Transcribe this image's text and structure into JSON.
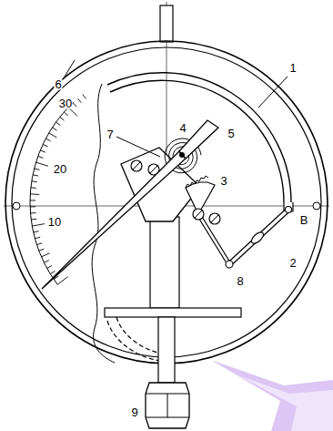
{
  "diagram": {
    "labels": [
      "6",
      "30",
      "1",
      "7",
      "4",
      "5",
      "20",
      "3",
      "10",
      "B",
      "2",
      "8",
      "9"
    ]
  }
}
